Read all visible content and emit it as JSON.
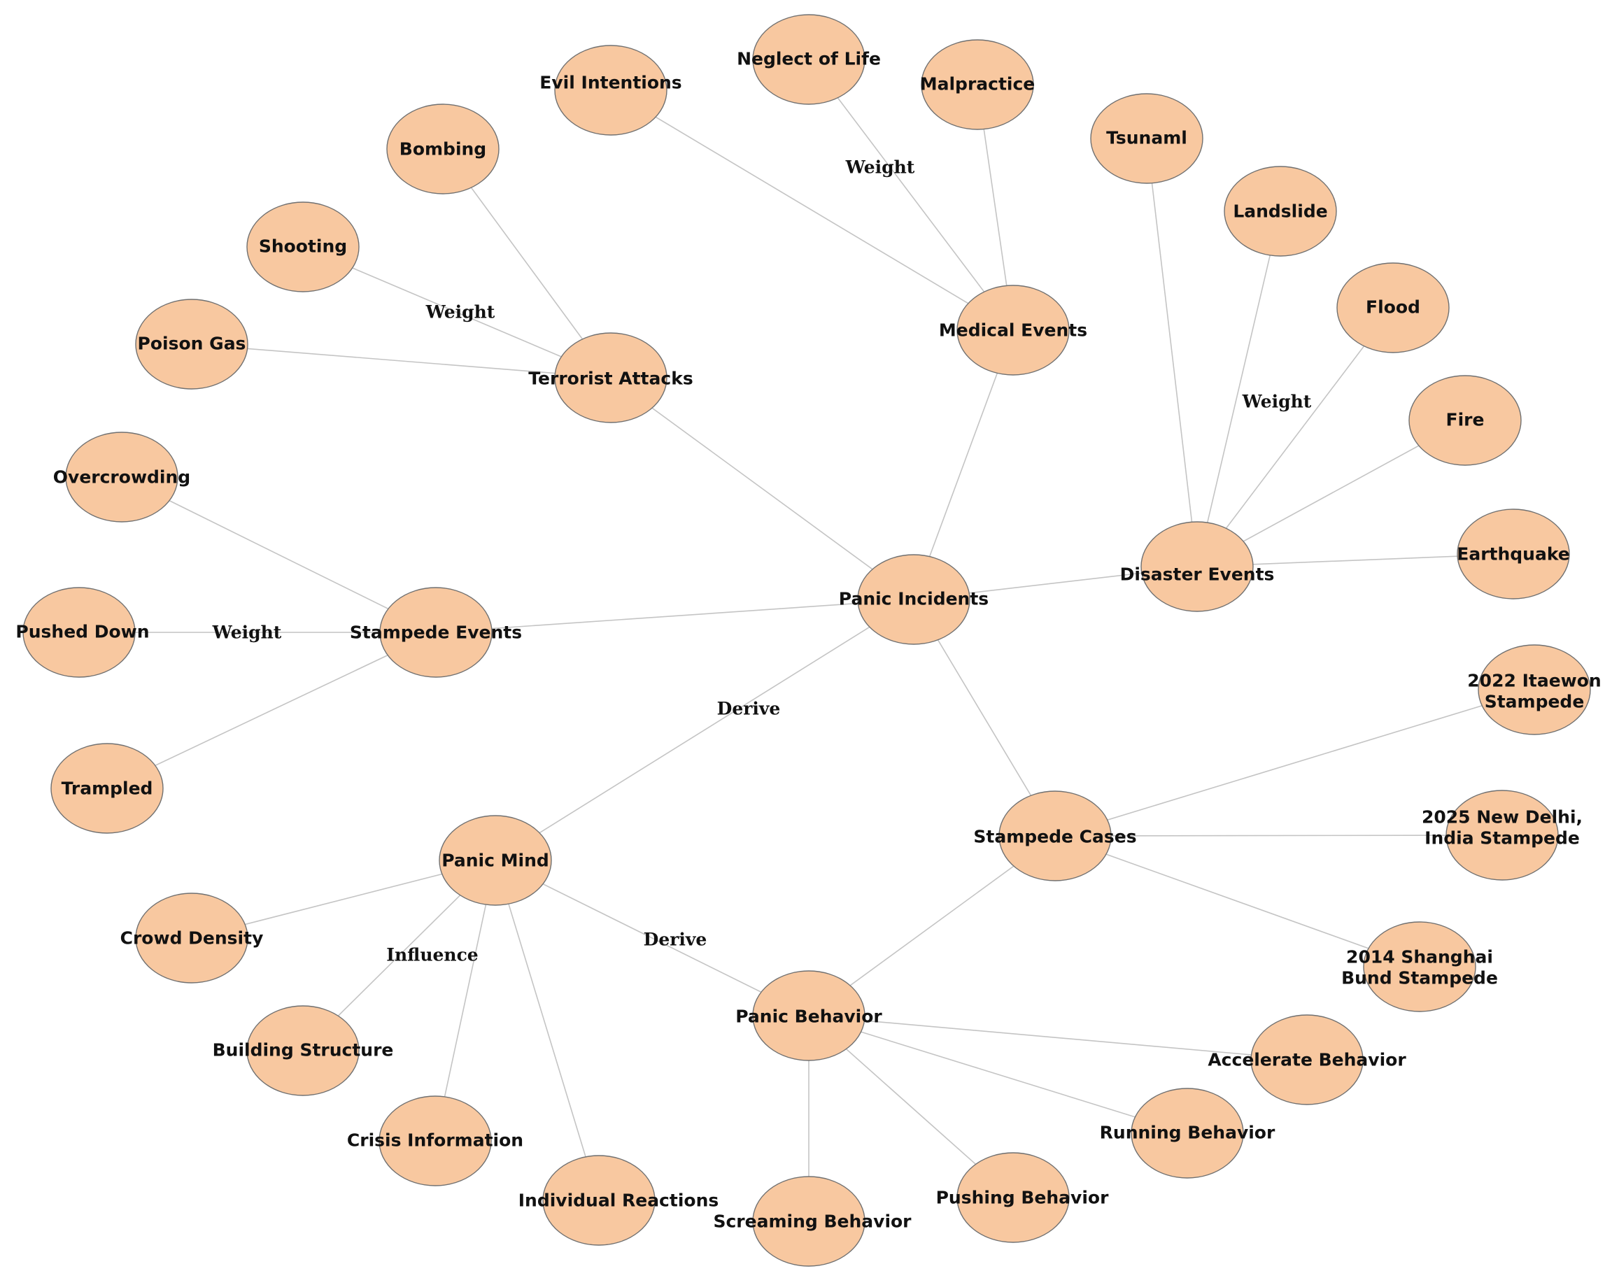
{
  "diagram": {
    "node_color": "#f8c8a0",
    "edge_color": "#c4c4c4",
    "nodes": [
      {
        "id": "panic_incidents",
        "lines": [
          "Panic Incidents"
        ]
      },
      {
        "id": "medical_events",
        "lines": [
          "Medical Events"
        ]
      },
      {
        "id": "terrorist_attacks",
        "lines": [
          "Terrorist Attacks"
        ]
      },
      {
        "id": "disaster_events",
        "lines": [
          "Disaster Events"
        ]
      },
      {
        "id": "stampede_events",
        "lines": [
          "Stampede Events"
        ]
      },
      {
        "id": "stampede_cases",
        "lines": [
          "Stampede Cases"
        ]
      },
      {
        "id": "panic_mind",
        "lines": [
          "Panic Mind"
        ]
      },
      {
        "id": "panic_behavior",
        "lines": [
          "Panic Behavior"
        ]
      },
      {
        "id": "evil_intentions",
        "lines": [
          "Evil Intentions"
        ]
      },
      {
        "id": "neglect_of_life",
        "lines": [
          "Neglect of Life"
        ]
      },
      {
        "id": "malpractice",
        "lines": [
          "Malpractice"
        ]
      },
      {
        "id": "bombing",
        "lines": [
          "Bombing"
        ]
      },
      {
        "id": "shooting",
        "lines": [
          "Shooting"
        ]
      },
      {
        "id": "poison_gas",
        "lines": [
          "Poison Gas"
        ]
      },
      {
        "id": "tsunami",
        "lines": [
          "Tsunaml"
        ]
      },
      {
        "id": "landslide",
        "lines": [
          "Landslide"
        ]
      },
      {
        "id": "flood",
        "lines": [
          "Flood"
        ]
      },
      {
        "id": "fire",
        "lines": [
          "Fire"
        ]
      },
      {
        "id": "earthquake",
        "lines": [
          "Earthquake"
        ]
      },
      {
        "id": "overcrowding",
        "lines": [
          "Overcrowding"
        ]
      },
      {
        "id": "pushed_down",
        "lines": [
          "Pushed Down"
        ]
      },
      {
        "id": "trampled",
        "lines": [
          "Trampled"
        ]
      },
      {
        "id": "itaewon",
        "lines": [
          "2022 Itaewon",
          "Stampede"
        ]
      },
      {
        "id": "new_delhi",
        "lines": [
          "2025 New Delhi,",
          "India Stampede"
        ]
      },
      {
        "id": "shanghai",
        "lines": [
          "2014 Shanghai",
          "Bund Stampede"
        ]
      },
      {
        "id": "crowd_density",
        "lines": [
          "Crowd Density"
        ]
      },
      {
        "id": "building_structure",
        "lines": [
          "Building Structure"
        ]
      },
      {
        "id": "crisis_information",
        "lines": [
          "Crisis Information"
        ]
      },
      {
        "id": "individual_reactions",
        "lines": [
          "Individual Reactions"
        ]
      },
      {
        "id": "accelerate_behavior",
        "lines": [
          "Accelerate Behavior"
        ]
      },
      {
        "id": "running_behavior",
        "lines": [
          "Running Behavior"
        ]
      },
      {
        "id": "pushing_behavior",
        "lines": [
          "Pushing Behavior"
        ]
      },
      {
        "id": "screaming_behavior",
        "lines": [
          "Screaming Behavior"
        ]
      }
    ],
    "edges": [
      {
        "from": "panic_incidents",
        "to": "medical_events"
      },
      {
        "from": "panic_incidents",
        "to": "terrorist_attacks"
      },
      {
        "from": "panic_incidents",
        "to": "disaster_events"
      },
      {
        "from": "panic_incidents",
        "to": "stampede_events"
      },
      {
        "from": "panic_incidents",
        "to": "stampede_cases"
      },
      {
        "from": "panic_incidents",
        "to": "panic_mind"
      },
      {
        "from": "medical_events",
        "to": "evil_intentions"
      },
      {
        "from": "medical_events",
        "to": "neglect_of_life"
      },
      {
        "from": "medical_events",
        "to": "malpractice"
      },
      {
        "from": "terrorist_attacks",
        "to": "bombing"
      },
      {
        "from": "terrorist_attacks",
        "to": "shooting"
      },
      {
        "from": "terrorist_attacks",
        "to": "poison_gas"
      },
      {
        "from": "disaster_events",
        "to": "tsunami"
      },
      {
        "from": "disaster_events",
        "to": "landslide"
      },
      {
        "from": "disaster_events",
        "to": "flood"
      },
      {
        "from": "disaster_events",
        "to": "fire"
      },
      {
        "from": "disaster_events",
        "to": "earthquake"
      },
      {
        "from": "stampede_events",
        "to": "overcrowding"
      },
      {
        "from": "stampede_events",
        "to": "pushed_down"
      },
      {
        "from": "stampede_events",
        "to": "trampled"
      },
      {
        "from": "stampede_cases",
        "to": "itaewon"
      },
      {
        "from": "stampede_cases",
        "to": "new_delhi"
      },
      {
        "from": "stampede_cases",
        "to": "shanghai"
      },
      {
        "from": "stampede_cases",
        "to": "panic_behavior"
      },
      {
        "from": "panic_mind",
        "to": "crowd_density"
      },
      {
        "from": "panic_mind",
        "to": "building_structure"
      },
      {
        "from": "panic_mind",
        "to": "crisis_information"
      },
      {
        "from": "panic_mind",
        "to": "individual_reactions"
      },
      {
        "from": "panic_mind",
        "to": "panic_behavior"
      },
      {
        "from": "panic_behavior",
        "to": "accelerate_behavior"
      },
      {
        "from": "panic_behavior",
        "to": "running_behavior"
      },
      {
        "from": "panic_behavior",
        "to": "pushing_behavior"
      },
      {
        "from": "panic_behavior",
        "to": "screaming_behavior"
      }
    ],
    "edge_labels": [
      {
        "text": "Weight"
      },
      {
        "text": "Weight"
      },
      {
        "text": "Weight"
      },
      {
        "text": "Weight"
      },
      {
        "text": "Derive"
      },
      {
        "text": "Derive"
      },
      {
        "text": "Influence"
      }
    ]
  }
}
